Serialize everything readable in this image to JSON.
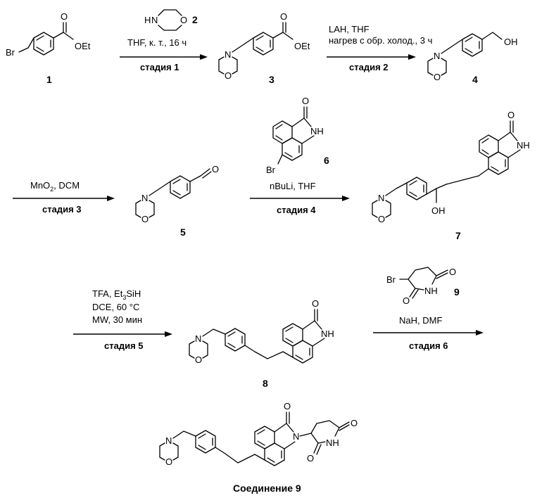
{
  "atoms": {
    "Br": "Br",
    "O": "O",
    "OEt": "OEt",
    "N": "N",
    "H": "H",
    "NH": "NH",
    "OH": "OH"
  },
  "compounds": {
    "c1": "1",
    "c2": "2",
    "c3": "3",
    "c4": "4",
    "c5": "5",
    "c6": "6",
    "c7": "7",
    "c8": "8",
    "c9": "9",
    "final": "Соединение 9"
  },
  "steps": {
    "s1": {
      "conditions": [
        "THF, к. т., 16 ч"
      ],
      "stage": "стадия 1"
    },
    "s2": {
      "conditions": [
        "LAH, THF",
        "нагрев с обр. холод., 3 ч"
      ],
      "stage": "стадия 2"
    },
    "s3": {
      "conditions": [
        "MnO",
        "2",
        ", DCM"
      ],
      "stage": "стадия 3"
    },
    "s4": {
      "conditions": [
        "nBuLi, THF"
      ],
      "stage": "стадия 4"
    },
    "s5": {
      "conditions": [
        "TFA, Et",
        "3",
        "SiH",
        "DCE, 60 °C",
        "MW, 30 мин"
      ],
      "stage": "стадия 5"
    },
    "s6": {
      "conditions": [
        "NaH, DMF"
      ],
      "stage": "стадия 6"
    }
  }
}
